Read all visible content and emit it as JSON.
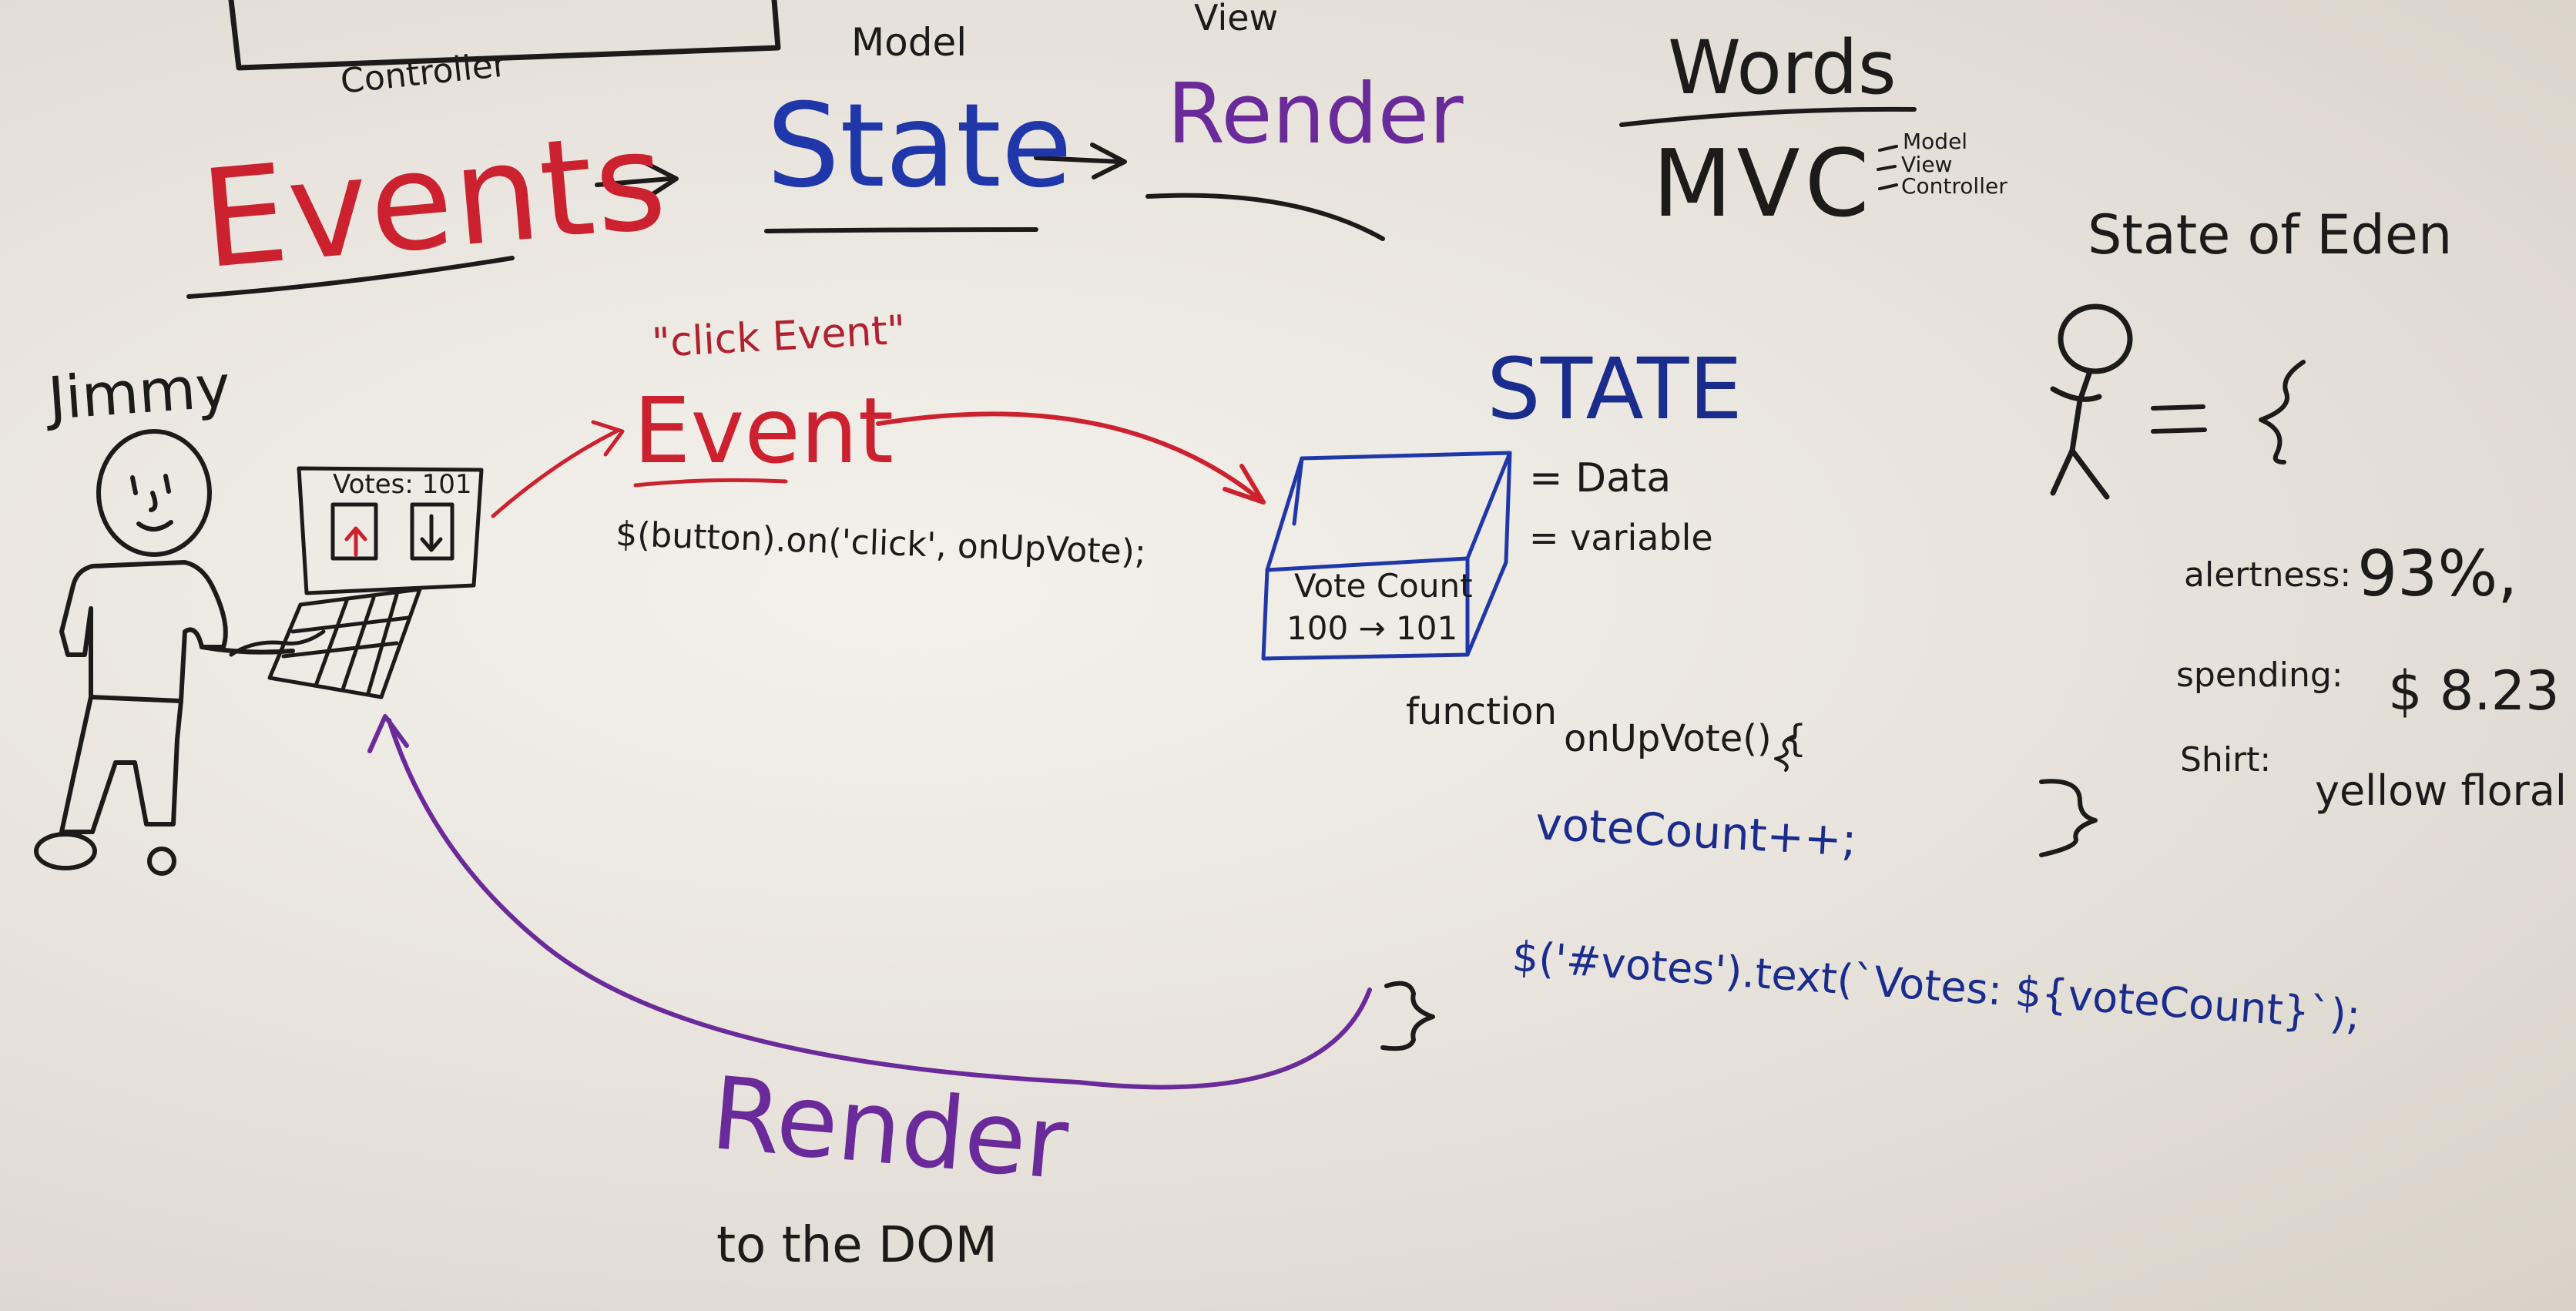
{
  "top": {
    "controller": "Controller",
    "model": "Model",
    "view": "View",
    "events": "Events",
    "state": "State",
    "render": "Render"
  },
  "words": {
    "heading": "Words",
    "mvc": "MVC",
    "mvc_model": "Model",
    "mvc_view": "View",
    "mvc_controller": "Controller"
  },
  "person": {
    "name": "Jimmy",
    "screen_label": "Votes: 101"
  },
  "event_section": {
    "click_event": "\"click Event\"",
    "event": "Event",
    "code": "$(button).on('click', onUpVote);"
  },
  "state_section": {
    "title": "STATE",
    "data_note": "= Data",
    "variable_note": "= variable",
    "box_line1": "Vote Count",
    "box_line2": "100 → 101"
  },
  "function_code": {
    "signature_kw": "function",
    "signature_name": "onUpVote() {",
    "increment": "voteCount++;",
    "render_line": "$('#votes').text(`Votes: ${voteCount}`);",
    "close_brace": "}"
  },
  "render_section": {
    "title": "Render",
    "subtitle": "to the DOM"
  },
  "eden": {
    "title": "State of Eden",
    "equals_brace": "= {",
    "alertness_label": "alertness:",
    "alertness_value": "93%,",
    "spending_label": "spending:",
    "spending_value": "$ 8.23",
    "shirt_label": "Shirt:",
    "shirt_value": "yellow floral",
    "close_brace": "}"
  },
  "colors": {
    "events_red": "#cc2230",
    "state_blue": "#1f37a8",
    "render_purple": "#6a2a9a",
    "marker_black": "#1d1a1a"
  }
}
